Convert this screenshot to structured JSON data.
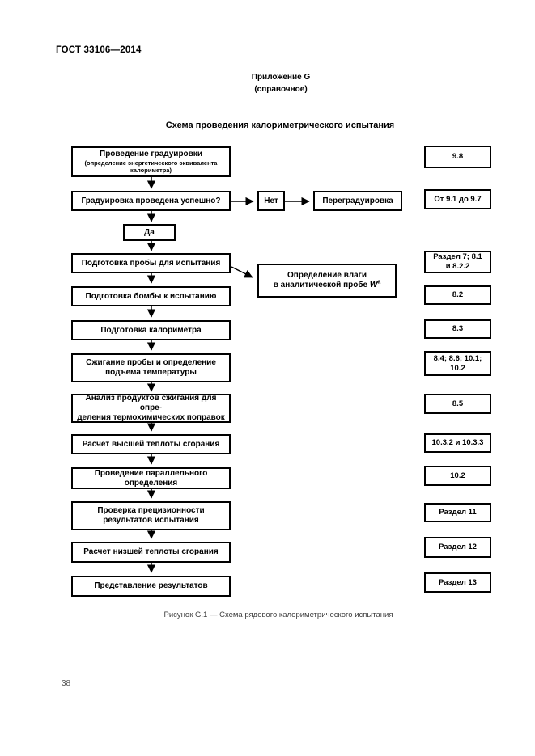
{
  "page": {
    "doc_number": "ГОСТ 33106—2014",
    "appendix": {
      "line1": "Приложение G",
      "line2": "(справочное)"
    },
    "title": "Схема проведения калориметрического испытания",
    "caption": "Рисунок G.1 — Схема рядового калориметрического испытания",
    "page_number": "38"
  },
  "flowchart": {
    "steps": [
      {
        "label": "Проведение градуировки",
        "sublabel": "(определение энергетического эквивалента\nкалориметра)",
        "ref": "9.8"
      },
      {
        "label": "Градуировка проведена успешно?",
        "ref": "От 9.1 до 9.7"
      },
      {
        "label": "Подготовка пробы для испытания",
        "ref": "Раздел 7; 8.1\nи 8.2.2"
      },
      {
        "label": "Подготовка бомбы к испытанию",
        "ref": "8.2"
      },
      {
        "label": "Подготовка калориметра",
        "ref": "8.3"
      },
      {
        "label": "Сжигание пробы и определение\nподъема температуры",
        "ref": "8.4; 8.6; 10.1;\n10.2"
      },
      {
        "label": "Анализ продуктов сжигания для опре-\nделения термохимических поправок",
        "ref": "8.5"
      },
      {
        "label": "Расчет высшей теплоты сгорания",
        "ref": "10.3.2 и 10.3.3"
      },
      {
        "label": "Проведение параллельного\nопределения",
        "ref": "10.2"
      },
      {
        "label": "Проверка прецизионности\nрезультатов испытания",
        "ref": "Раздел 11"
      },
      {
        "label": "Расчет низшей теплоты сгорания",
        "ref": "Раздел 12"
      },
      {
        "label": "Представление результатов",
        "ref": "Раздел 13"
      }
    ],
    "no_label": "Нет",
    "regraduation_label": "Переградуировка",
    "yes_label": "Да",
    "moisture_box": {
      "label": "Определение влаги\nв аналитической пробе ",
      "symbol": "W",
      "sup": "a"
    },
    "colors": {
      "ink": "#000000",
      "paper": "#ffffff"
    }
  }
}
